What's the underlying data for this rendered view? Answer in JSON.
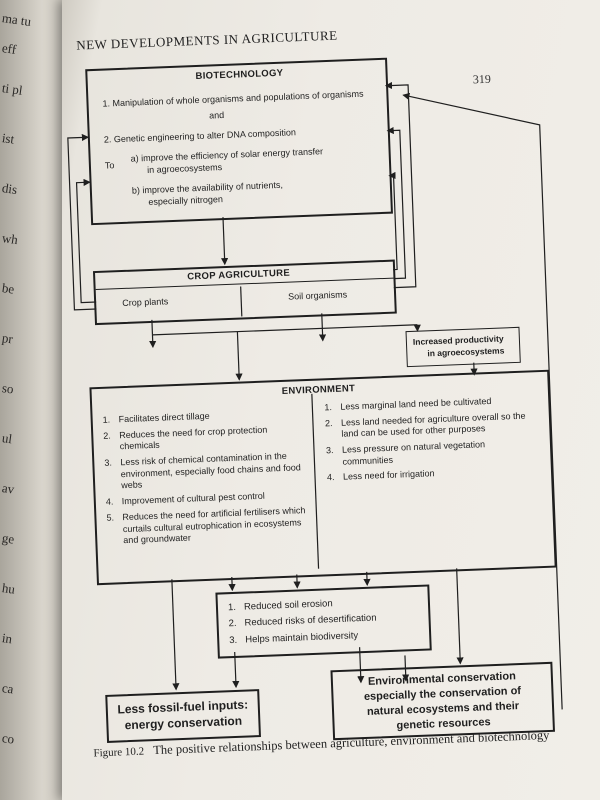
{
  "running_head": "NEW DEVELOPMENTS IN AGRICULTURE",
  "page_number": "319",
  "biotechnology": {
    "title": "BIOTECHNOLOGY",
    "item1": "1.  Manipulation of whole organisms and populations of organisms",
    "and": "and",
    "item2": "2.  Genetic engineering to alter DNA composition",
    "to": "To",
    "a_line1": "a)  improve the efficiency of solar energy transfer",
    "a_line2": "in agroecosystems",
    "b_line1": "b)  improve the availability of nutrients,",
    "b_line2": "especially nitrogen"
  },
  "crop_agriculture": {
    "title": "CROP AGRICULTURE",
    "left": "Crop plants",
    "right": "Soil organisms"
  },
  "productivity": {
    "line1": "Increased productivity",
    "line2": "in agroecosystems"
  },
  "environment": {
    "title": "ENVIRONMENT",
    "left_items": [
      {
        "n": "1.",
        "text": "Facilitates direct tillage"
      },
      {
        "n": "2.",
        "text": "Reduces the need for crop protection chemicals"
      },
      {
        "n": "3.",
        "text": "Less risk of chemical contamination in the environment, especially food chains and food webs"
      },
      {
        "n": "4.",
        "text": "Improvement of cultural pest control"
      },
      {
        "n": "5.",
        "text": "Reduces the need for artificial fertilisers which curtails cultural eutrophication in ecosystems and groundwater"
      }
    ],
    "right_items": [
      {
        "n": "1.",
        "text": "Less marginal land need be cultivated"
      },
      {
        "n": "2.",
        "text": "Less land needed for agriculture overall so the land can be used for other purposes"
      },
      {
        "n": "3.",
        "text": "Less pressure on natural vegetation communities"
      },
      {
        "n": "4.",
        "text": "Less need for irrigation"
      }
    ]
  },
  "soil": {
    "items": [
      {
        "n": "1.",
        "text": "Reduced soil erosion"
      },
      {
        "n": "2.",
        "text": "Reduced risks of desertification"
      },
      {
        "n": "3.",
        "text": "Helps maintain biodiversity"
      }
    ]
  },
  "fossil": {
    "line1": "Less fossil-fuel inputs:",
    "line2": "energy conservation"
  },
  "conservation": {
    "line1": "Environmental conservation",
    "line2": "especially the conservation of",
    "line3": "natural ecosystems and their",
    "line4": "genetic resources"
  },
  "caption": {
    "label": "Figure 10.2",
    "text": "The positive relationships between agriculture, environment and biotechnology"
  }
}
